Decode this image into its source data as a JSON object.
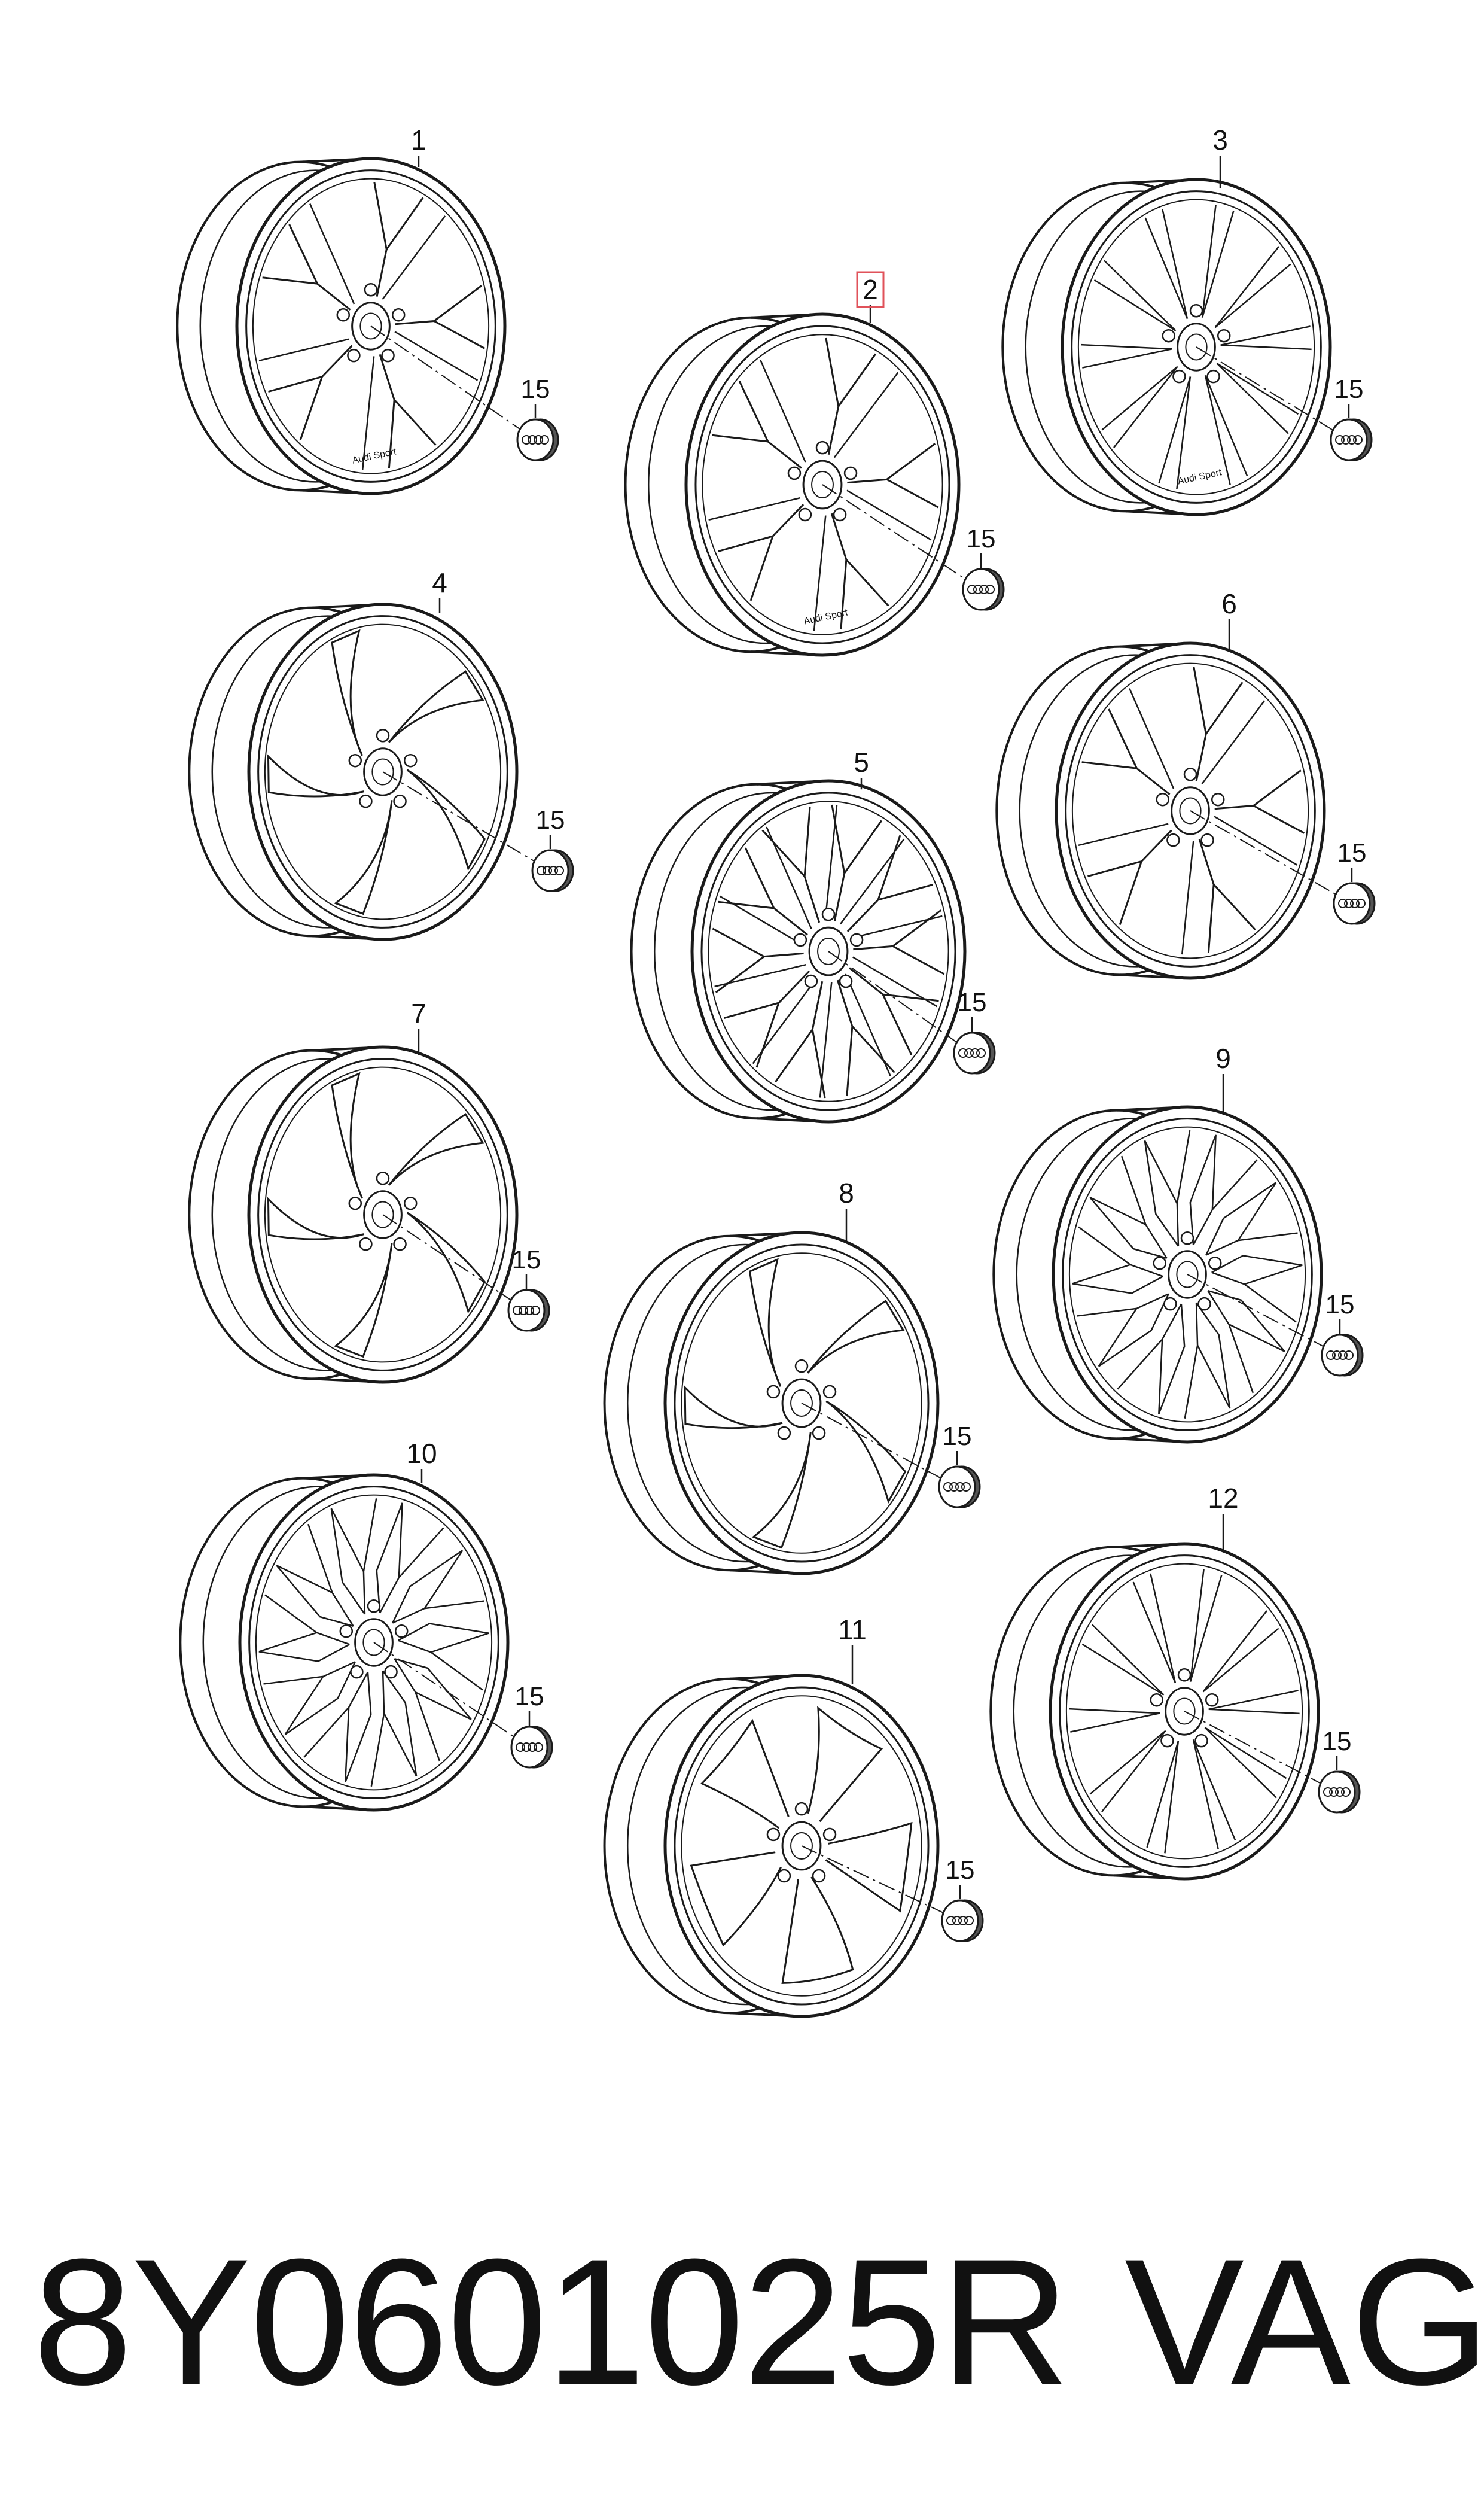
{
  "callouts": {
    "w1": "1",
    "w2": "2",
    "w3": "3",
    "w4": "4",
    "w5": "5",
    "w6": "6",
    "w7": "7",
    "w8": "8",
    "w9": "9",
    "w10": "10",
    "w11": "11",
    "w12": "12",
    "cap": "15"
  },
  "wheel_text": "Audi Sport",
  "highlight_color": "#e0525a",
  "footer": {
    "part_number": "8Y0601025R",
    "brand": "VAG"
  }
}
